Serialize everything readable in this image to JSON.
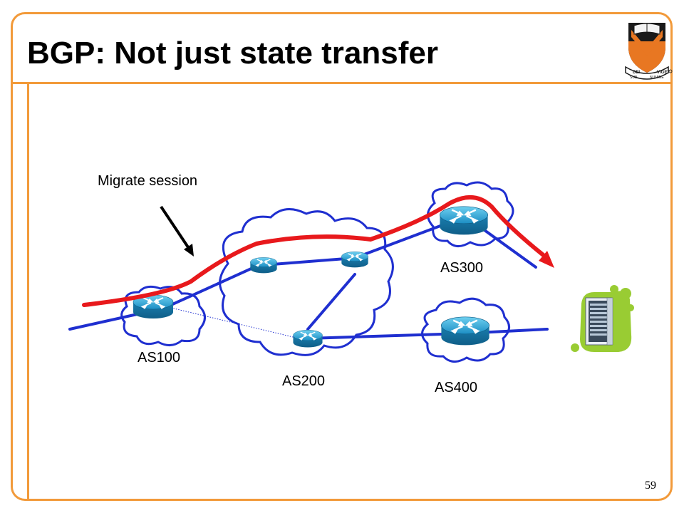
{
  "slide": {
    "title": "BGP: Not just state transfer",
    "page_number": "59"
  },
  "annotation": {
    "text": "Migrate session"
  },
  "as_labels": {
    "as100": "AS100",
    "as200": "AS200",
    "as300": "AS300",
    "as400": "AS400"
  },
  "logo": {
    "top_banner": "DEI",
    "top_banner_2": "SUB",
    "bottom_banner": "NUMINE",
    "bottom_banner_2": "VIGET"
  },
  "colors": {
    "frame": "#f29a3a",
    "link": "#1f2fd0",
    "migration_path": "#e8191c",
    "cloud_outline": "#1f2fd0",
    "router": "#1a8fc0",
    "server_blob": "#99cc33",
    "logo_orange": "#e87722"
  },
  "icons": {
    "router": "router-icon",
    "server": "server-icon",
    "logo": "princeton-shield-icon"
  }
}
